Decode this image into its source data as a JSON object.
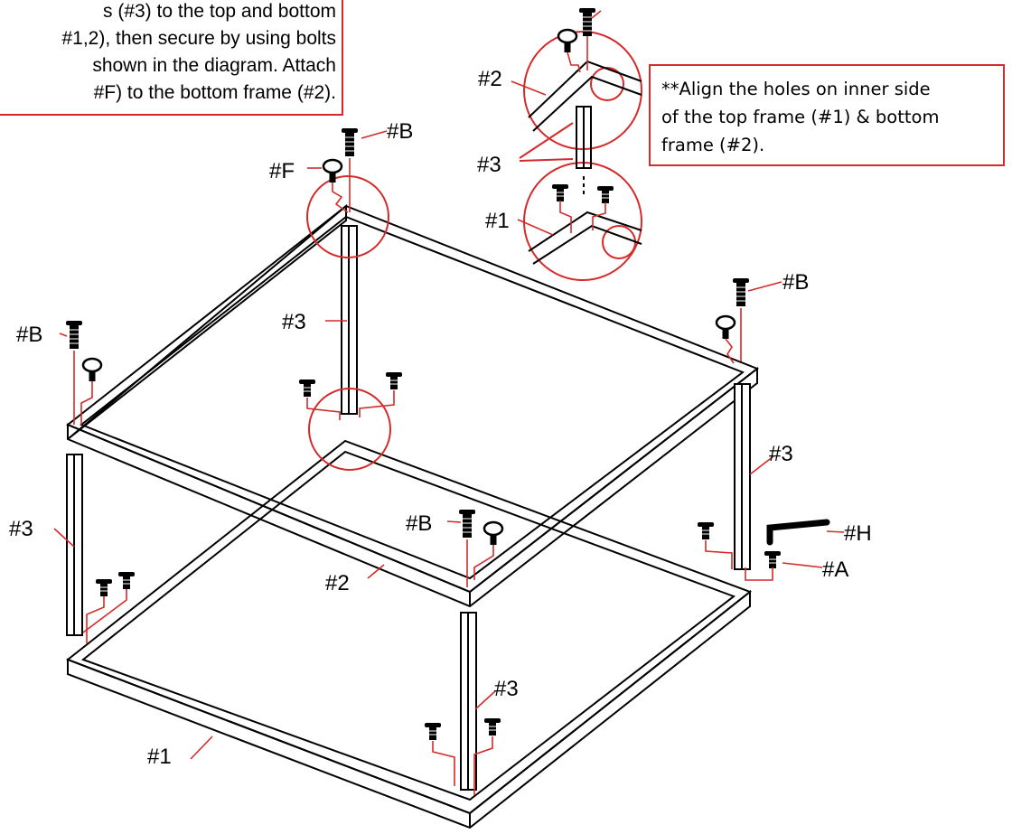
{
  "instructions": {
    "line1": "s (#3) to the top and bottom",
    "line2": "#1,2), then secure by using bolts",
    "line3": "shown in the diagram. Attach",
    "line4": "#F) to the bottom frame (#2)."
  },
  "note": {
    "line1": "**Align the holes on inner side",
    "line2": "of the top frame (#1) & bottom",
    "line3": "frame (#2)."
  },
  "labels": {
    "part_A": "#A",
    "part_B": "#B",
    "part_F": "#F",
    "part_H": "#H",
    "part_1": "#1",
    "part_2": "#2",
    "part_3": "#3"
  },
  "colors": {
    "accent": "#d42a2a",
    "line": "#000000"
  }
}
